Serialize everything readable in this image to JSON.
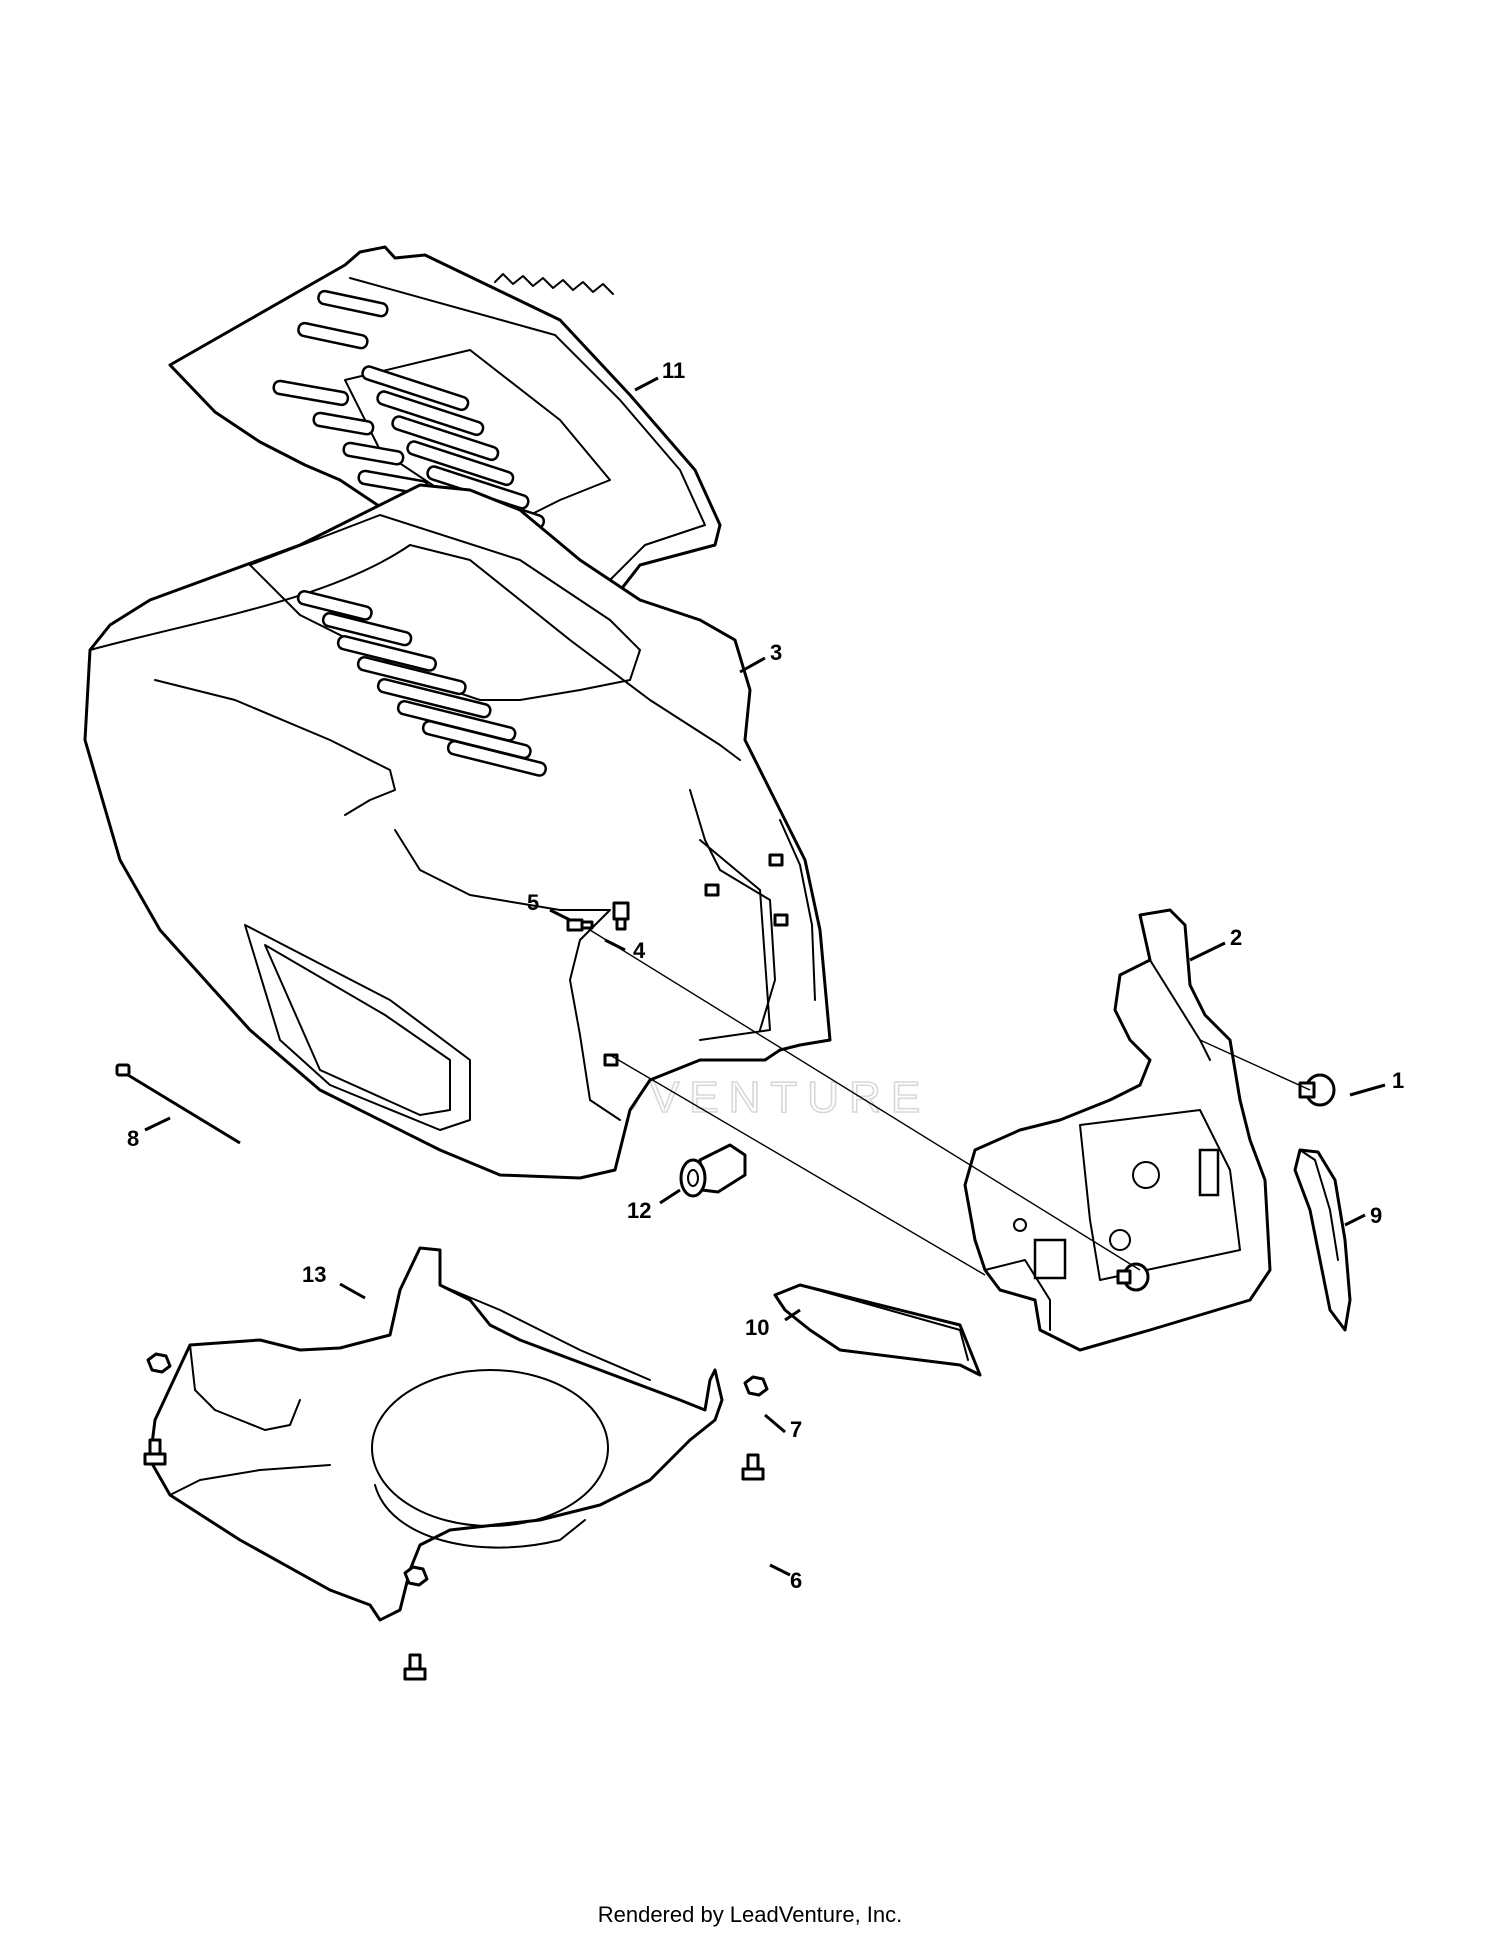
{
  "diagram": {
    "callouts": [
      {
        "id": "1",
        "label": "1"
      },
      {
        "id": "2",
        "label": "2"
      },
      {
        "id": "3",
        "label": "3"
      },
      {
        "id": "4",
        "label": "4"
      },
      {
        "id": "5",
        "label": "5"
      },
      {
        "id": "6",
        "label": "6"
      },
      {
        "id": "7",
        "label": "7"
      },
      {
        "id": "8",
        "label": "8"
      },
      {
        "id": "9",
        "label": "9"
      },
      {
        "id": "10",
        "label": "10"
      },
      {
        "id": "11",
        "label": "11"
      },
      {
        "id": "12",
        "label": "12"
      },
      {
        "id": "13",
        "label": "13"
      }
    ],
    "watermark": "LEADVENTURE"
  },
  "footer": {
    "text": "Rendered by LeadVenture, Inc."
  }
}
